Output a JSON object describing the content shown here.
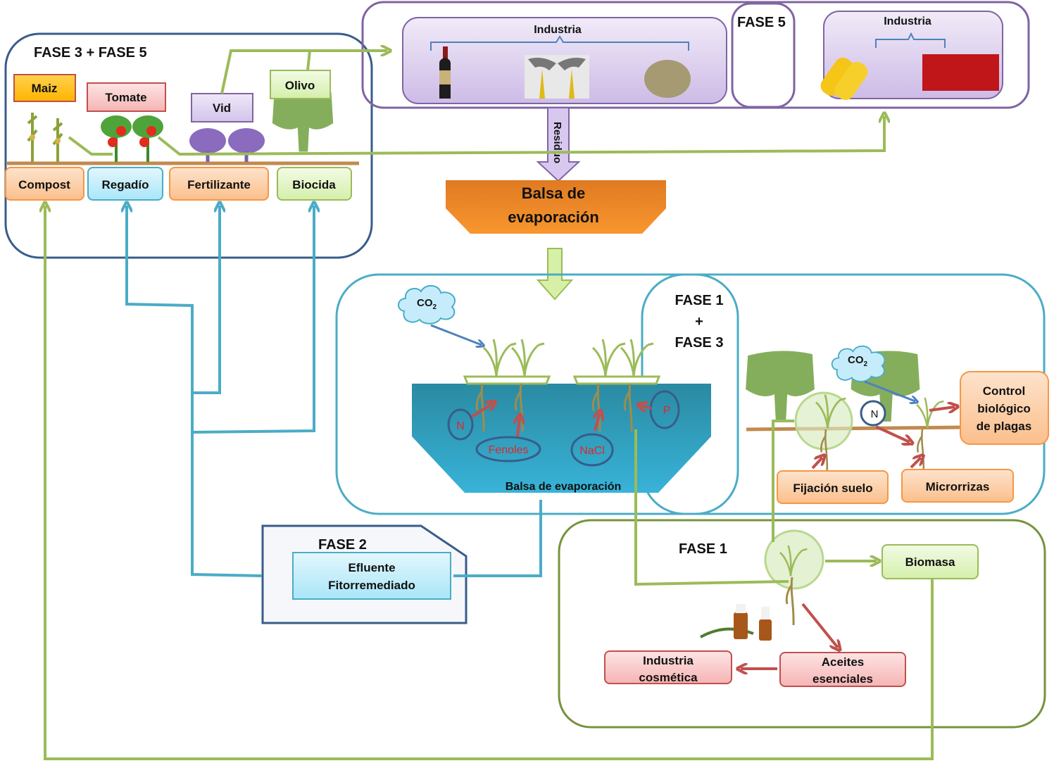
{
  "colors": {
    "green_line": "#9bbb59",
    "blue_line": "#4bacc6",
    "purple_border": "#8064a2",
    "navy_border": "#385d8a",
    "teal_border": "#4bacc6",
    "olive_border": "#77933c",
    "orange_fill": "#f79646",
    "red_arrow": "#c0504d",
    "co2_arrow": "#4f81bd"
  },
  "top_left": {
    "phase_label": "FASE 3 + FASE 5",
    "crops": [
      {
        "name": "Maiz",
        "fill": "#ffc000",
        "border": "#c0504d"
      },
      {
        "name": "Tomate",
        "fill": "#f9c6c6",
        "border": "#c0504d"
      },
      {
        "name": "Vid",
        "fill": "#e0d4f0",
        "border": "#8064a2"
      },
      {
        "name": "Olivo",
        "fill": "#e6f5cf",
        "border": "#9bbb59"
      }
    ],
    "inputs": [
      {
        "name": "Compost",
        "fill": "#fcd5b4",
        "border": "#f79646"
      },
      {
        "name": "Regadío",
        "fill": "#c6eefa",
        "border": "#4bacc6"
      },
      {
        "name": "Fertilizante",
        "fill": "#fcd5b4",
        "border": "#f79646"
      },
      {
        "name": "Biocida",
        "fill": "#e6f5cf",
        "border": "#9bbb59"
      }
    ]
  },
  "top_right": {
    "industry1_label": "Industria",
    "industry1_items": [
      "wine-bottle",
      "olive-oil",
      "olive"
    ],
    "phase_label": "FASE 5",
    "industry2_label": "Industria",
    "industry2_items": [
      "corn",
      "tomato-preserve"
    ]
  },
  "residuo_label": "Residuo",
  "balsa": {
    "line1": "Balsa de",
    "line2": "evaporación"
  },
  "middle": {
    "co2_label": "CO",
    "co2_sub": "2",
    "pond_label": "Balsa de evaporación",
    "solutes": [
      "N",
      "Fenoles",
      "NaCl",
      "P"
    ],
    "phase_lines": [
      "FASE 1",
      "+",
      "FASE 3"
    ],
    "right_co2_label": "CO",
    "right_co2_sub": "2",
    "nitrogen_label": "N",
    "control_lines": [
      "Control",
      "biológico",
      "de plagas"
    ],
    "fijacion_label": "Fijación suelo",
    "micorrizas_label": "Microrrizas"
  },
  "fase2": {
    "phase_label": "FASE 2",
    "effluent_line1": "Efluente",
    "effluent_line2": "Fitorremediado"
  },
  "fase1": {
    "phase_label": "FASE 1",
    "biomasa_label": "Biomasa",
    "aceites_line1": "Aceites",
    "aceites_line2": "esenciales",
    "cosmetica_line1": "Industria",
    "cosmetica_line2": "cosmética"
  }
}
